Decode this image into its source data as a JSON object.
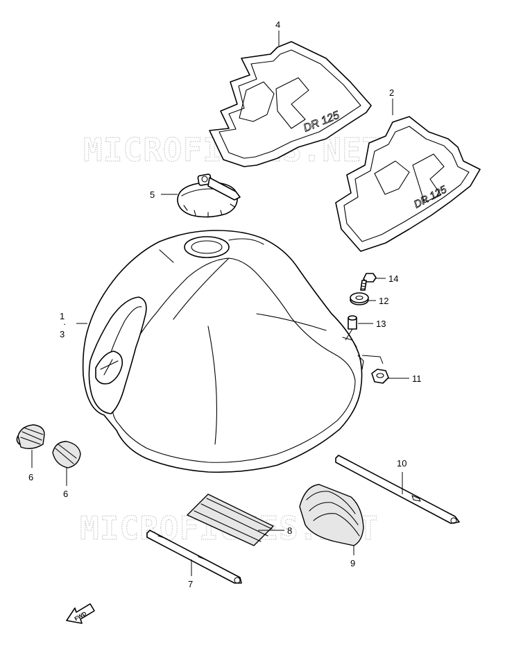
{
  "diagram": {
    "watermarks": [
      "MICROFICHES.NET",
      "MICROFICHES.NET"
    ],
    "direction_label": "FWD",
    "callouts": {
      "p1": "1",
      "p3": "3",
      "p2": "2",
      "p4": "4",
      "p5": "5",
      "p6a": "6",
      "p6b": "6",
      "p7": "7",
      "p8": "8",
      "p9": "9",
      "p10": "10",
      "p11": "11",
      "p12": "12",
      "p13": "13",
      "p14": "14"
    },
    "emblem_texts": {
      "decal_left": "DR 125",
      "decal_right": "DR 125"
    }
  }
}
